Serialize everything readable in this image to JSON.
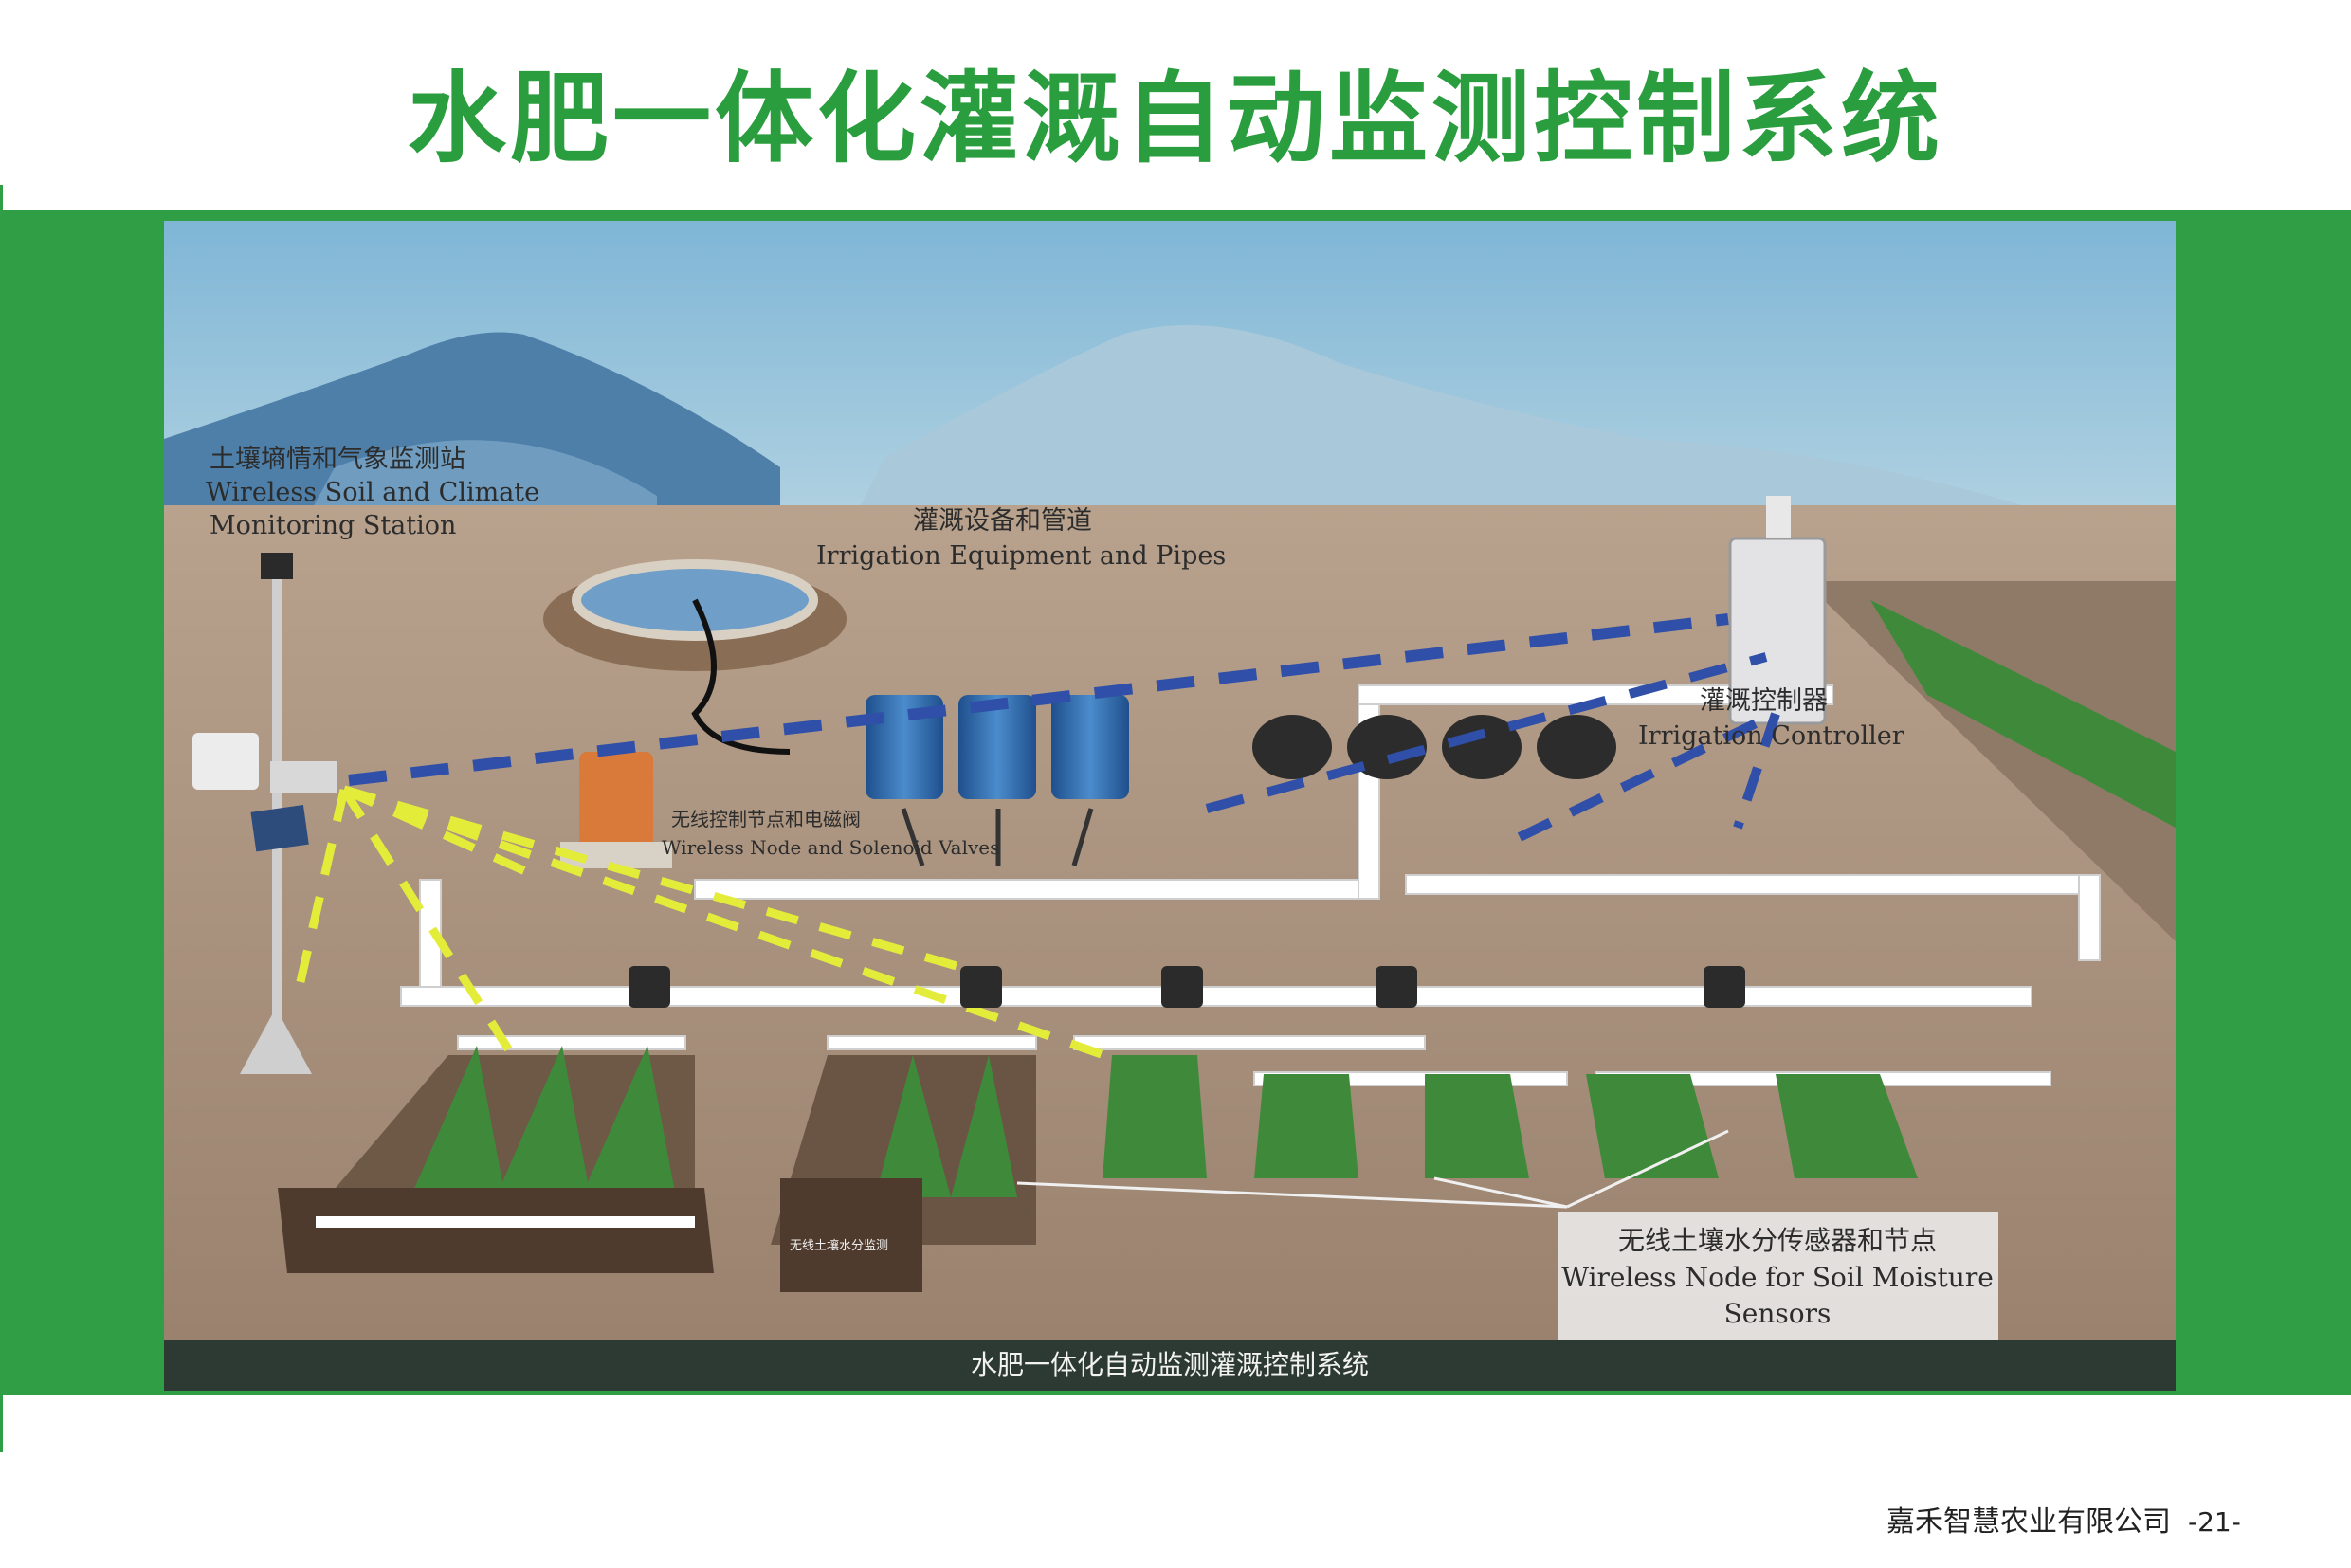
{
  "page": {
    "title": "水肥一体化灌溉自动监测控制系统",
    "footer_company": "嘉禾智慧农业有限公司",
    "footer_page": "-21-"
  },
  "diagram": {
    "bottom_caption": "水肥一体化自动监测灌溉控制系统",
    "station": {
      "label_cn": "土壤墒情和气象监测站",
      "label_en_1": "Wireless Soil and Climate",
      "label_en_2": "Monitoring Station"
    },
    "equipment": {
      "label_cn": "灌溉设备和管道",
      "label_en": "Irrigation   Equipment  and  Pipes"
    },
    "controller": {
      "label_cn": "灌溉控制器",
      "label_en": "Irrigation   Controller"
    },
    "valves": {
      "label_cn": "无线控制节点和电磁阀",
      "label_en": "Wireless Node and Solenoid Valves"
    },
    "soil_probe": {
      "label_cn": "无线土壤水分监测"
    },
    "sensors": {
      "label_cn": "无线土壤水分传感器和节点",
      "label_en_1": "Wireless Node for Soil Moisture",
      "label_en_2": "Sensors"
    }
  },
  "colors": {
    "title_green": "#2a9d3e",
    "band_green": "#2f9e45",
    "sky": "#8fbfd9",
    "soil": "#a18b78",
    "wireless_link_blue": "#2f4fa8",
    "wireless_link_yellow": "#e4ec3a"
  }
}
